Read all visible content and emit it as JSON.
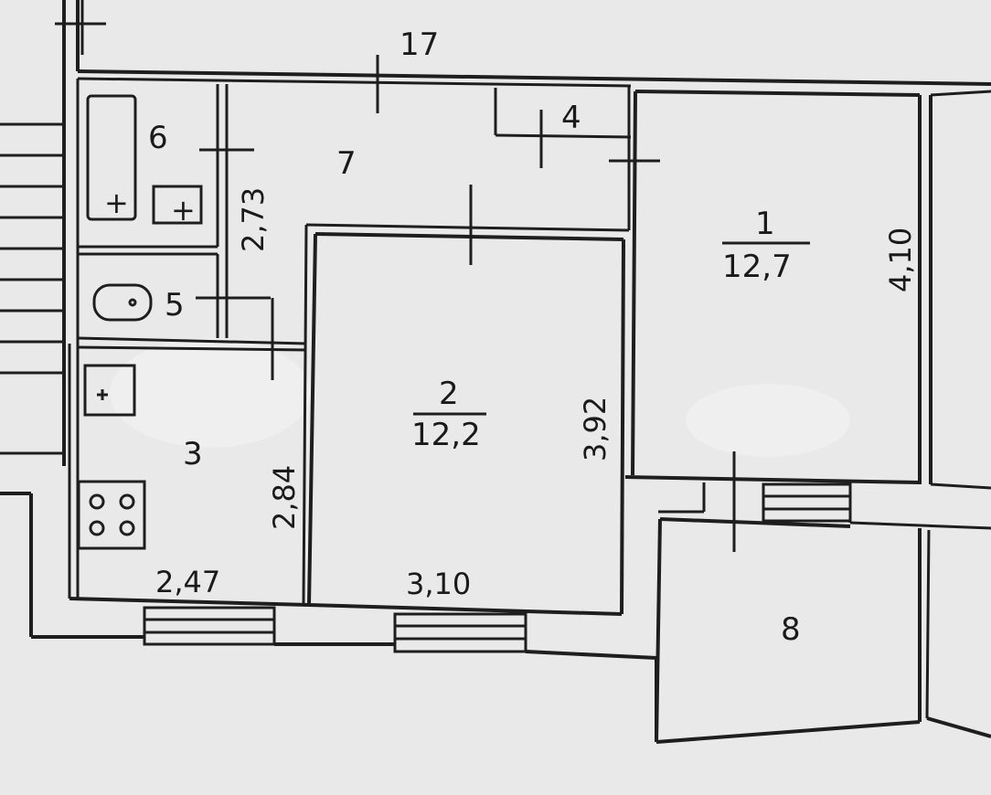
{
  "apartment_number": "17",
  "rooms": [
    {
      "number": "1",
      "area": "12,7"
    },
    {
      "number": "2",
      "area": "12,2"
    },
    {
      "number": "3"
    },
    {
      "number": "4"
    },
    {
      "number": "5"
    },
    {
      "number": "6"
    },
    {
      "number": "7"
    },
    {
      "number": "8"
    }
  ],
  "dimensions": {
    "hall_height": "2,73",
    "kitchen_height": "2,84",
    "kitchen_width": "2,47",
    "room2_height": "3,92",
    "room2_width": "3,10",
    "room1_height": "4,10"
  }
}
